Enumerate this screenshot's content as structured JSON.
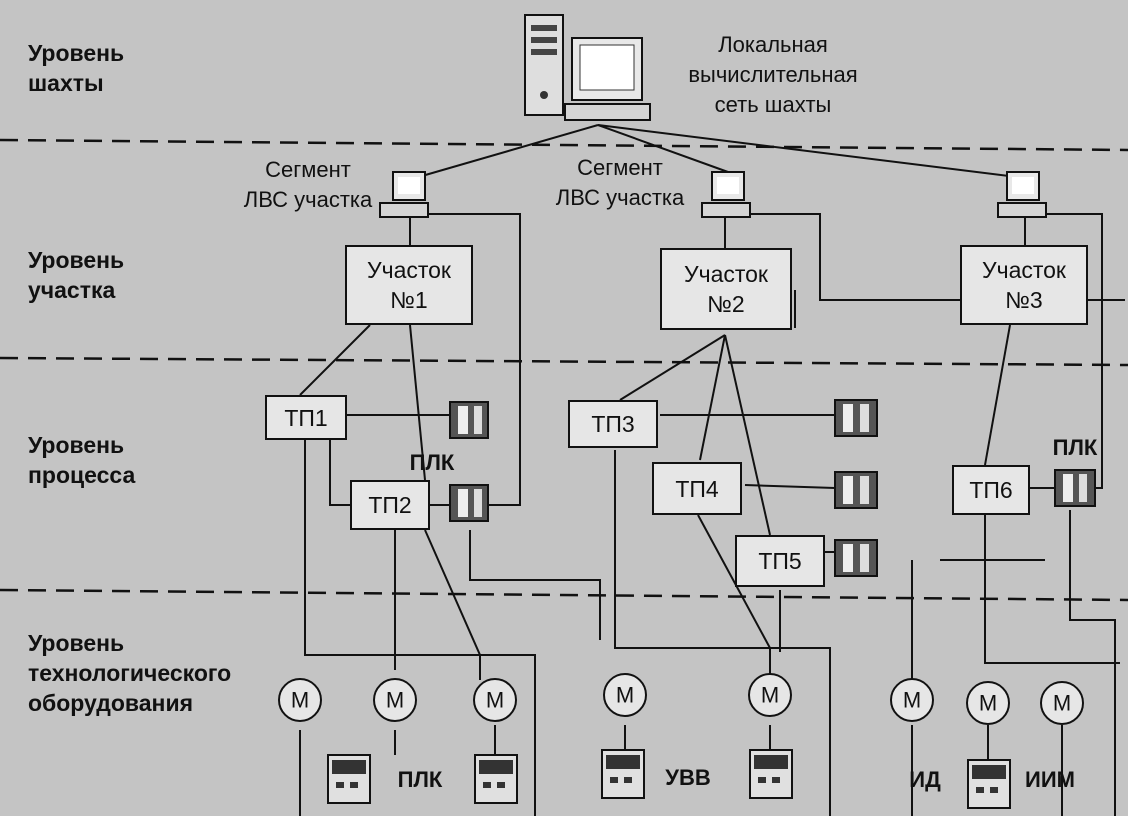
{
  "levels": {
    "mine": "Уровень\nшахты",
    "section": "Уровень\nучастка",
    "process": "Уровень\nпроцесса",
    "equipment": "Уровень\nтехнологического\nоборудования"
  },
  "network_label": "Локальная\nвычислительная\nсеть шахты",
  "segments": {
    "segment1": "Сегмент\nЛВС участка",
    "segment2": "Сегмент\nЛВС участка"
  },
  "sections": {
    "s1": "Участок\n№1",
    "s2": "Участок\n№2",
    "s3": "Участок\n№3"
  },
  "tp": {
    "tp1": "ТП1",
    "tp2": "ТП2",
    "tp3": "ТП3",
    "tp4": "ТП4",
    "tp5": "ТП5",
    "tp6": "ТП6"
  },
  "labels": {
    "plc_mid": "ПЛК",
    "plc_right": "ПЛК",
    "plc_bottom": "ПЛК",
    "uvv": "УВВ",
    "id": "ИД",
    "iim": "ИИМ"
  },
  "motor_symbol": "М"
}
